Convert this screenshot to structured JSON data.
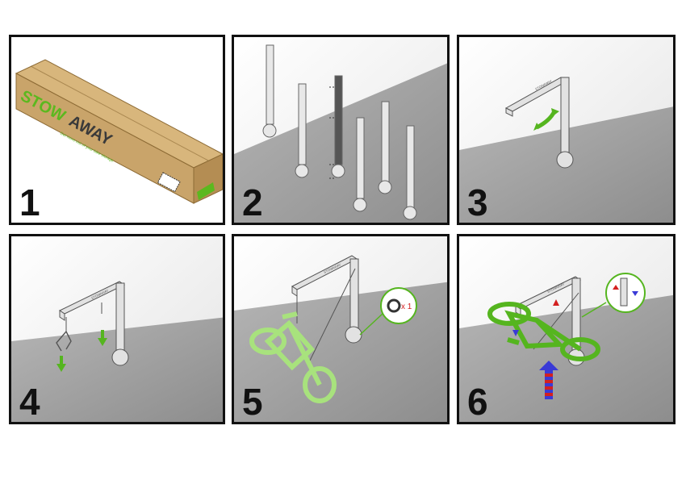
{
  "steps": [
    {
      "number": "1",
      "brand_primary": "STOW",
      "brand_secondary": "AWAY",
      "box_tagline": "Get more out of your bike storage"
    },
    {
      "number": "2"
    },
    {
      "number": "3",
      "arm_label": "STOWAWAY"
    },
    {
      "number": "4",
      "arm_label": "STOWAWAY"
    },
    {
      "number": "5",
      "arm_label": "STOWAWAY",
      "callout_qty": "x 1"
    },
    {
      "number": "6",
      "arm_label": "STOWAWAY"
    }
  ],
  "colors": {
    "green": "#55b51f",
    "light_green": "#a8e27d",
    "cardboard": "#c9a46a",
    "frame_gray": "#bdbdbd",
    "callout_red": "#d32020",
    "arrow_blue": "#3a3ad6",
    "floor_gray": "#a6a6a6"
  },
  "icons": [
    "box-icon",
    "frame-part-icon",
    "rotate-arrow-icon",
    "down-arrow-icon",
    "bike-icon",
    "wheel-callout-icon",
    "lift-arrow-icon"
  ]
}
